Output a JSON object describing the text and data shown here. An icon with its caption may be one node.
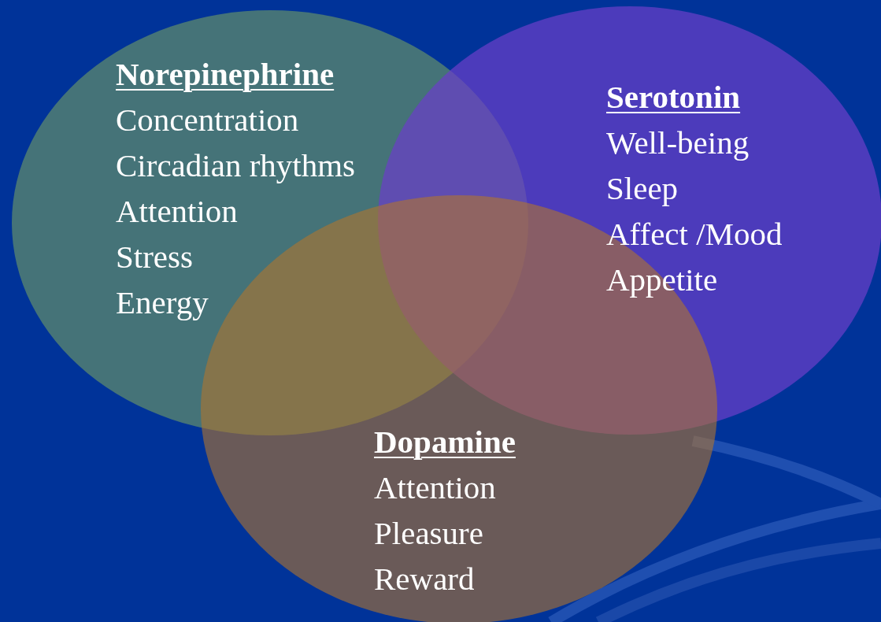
{
  "diagram": {
    "nodes": [
      {
        "text": [
          "Norepinephrine",
          "Concentration",
          "Circadian rhythms",
          "Attention",
          "Stress",
          "Energy"
        ]
      },
      {
        "text": [
          "Serotonin",
          "Well-being",
          "Sleep",
          "Affect /Mood",
          "Appetite"
        ]
      },
      {
        "text": [
          "Dopamine",
          "Attention",
          "Pleasure",
          "Reward"
        ]
      }
    ]
  }
}
